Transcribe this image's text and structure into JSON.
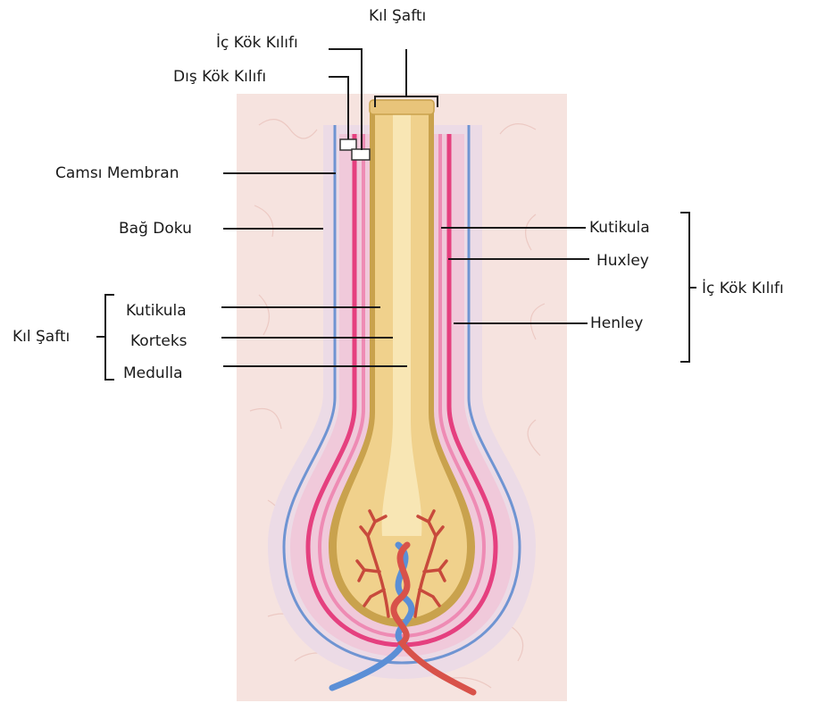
{
  "labels": {
    "hair_shaft_top": "Kıl Şaftı",
    "inner_root_sheath_top": "İç Kök Kılıfı",
    "outer_root_sheath": "Dış Kök Kılıfı",
    "glassy_membrane": "Camsı Membran",
    "connective_tissue": "Bağ Doku",
    "hair_shaft_group": "Kıl Şaftı",
    "shaft_cuticle": "Kutikula",
    "cortex": "Korteks",
    "medulla": "Medulla",
    "sheath_cuticle": "Kutikula",
    "huxley": "Huxley",
    "henley": "Henley",
    "inner_root_sheath_group": "İç Kök Kılıfı"
  },
  "colors": {
    "background_tissue": "#f6e3df",
    "connective_layer": "#ecdbe6",
    "outer_sheath": "#f0c9da",
    "glassy_membrane": "#6f94d2",
    "henley_layer": "#e5407f",
    "huxley_layer": "#ee8bb4",
    "hair_cuticle": "#c9a24d",
    "hair_cortex": "#f0d18c",
    "hair_medulla": "#f8e6b4",
    "papilla_vessels": "#c84a3c",
    "artery": "#d8524a",
    "vein": "#5b8fd6"
  }
}
